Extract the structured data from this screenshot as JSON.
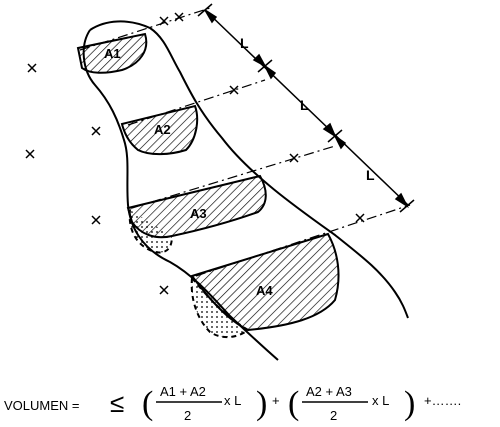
{
  "diagram": {
    "area_labels": [
      "A1",
      "A2",
      "A3",
      "A4"
    ],
    "spacing_label": "L",
    "formula": {
      "lhs": "VOLUMEN =",
      "equals_sign": "",
      "sigma": "≤",
      "term1_numerator": "A1 + A2",
      "term1_denominator": "2",
      "term1_suffix": "x L",
      "plus": "+",
      "term2_numerator": "A2 + A3",
      "term2_denominator": "2",
      "term2_suffix": "x L",
      "tail": "+……."
    }
  }
}
